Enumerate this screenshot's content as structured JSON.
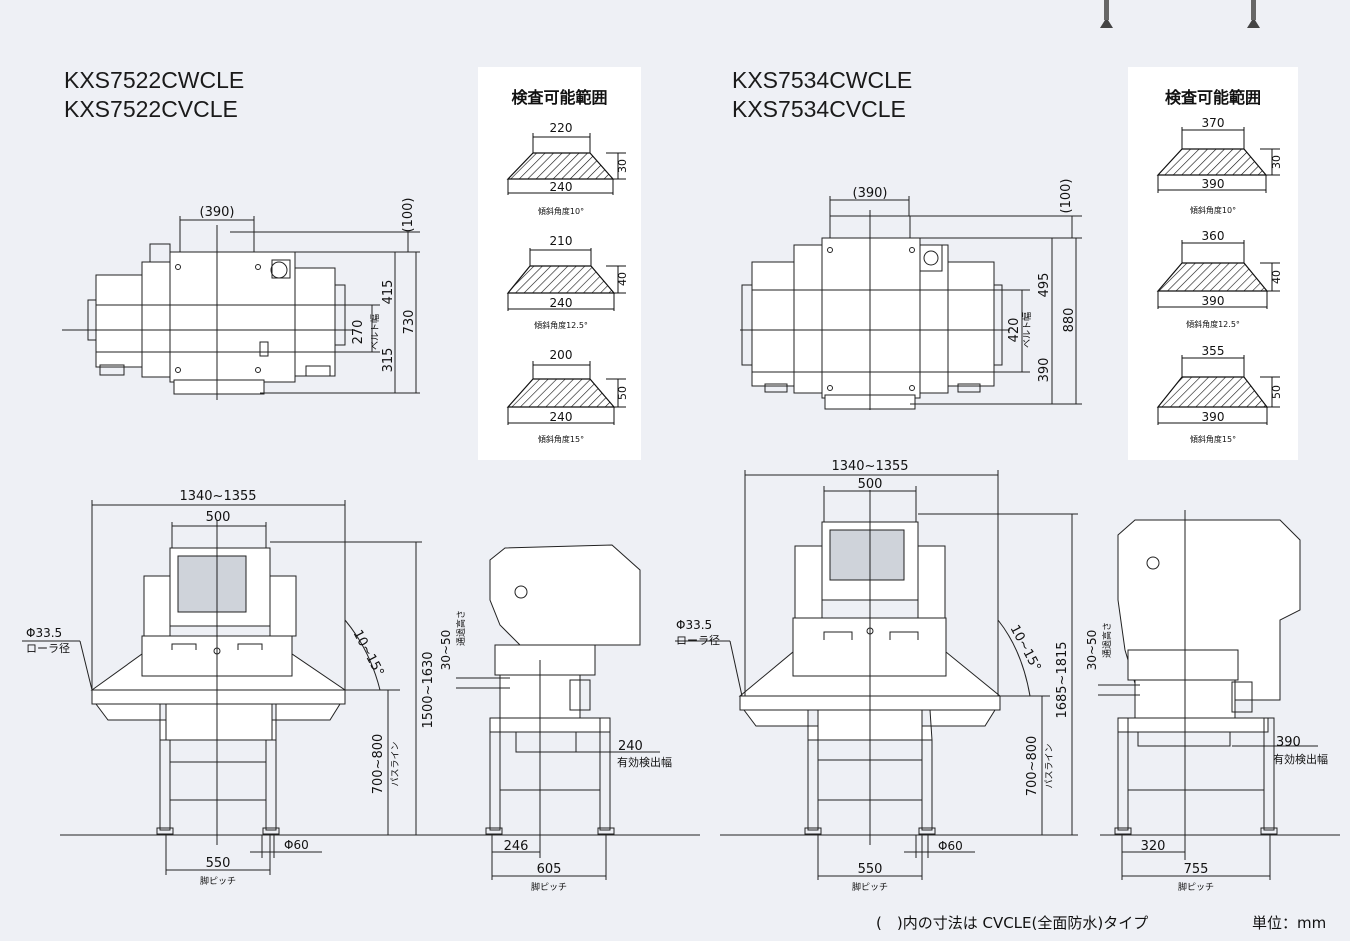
{
  "models": {
    "left": [
      "KXS7522CWCLE",
      "KXS7522CVCLE"
    ],
    "right": [
      "KXS7534CWCLE",
      "KXS7534CVCLE"
    ]
  },
  "inspection_range": {
    "title": "検査可能範囲",
    "left": [
      {
        "top": "220",
        "bottom": "240",
        "height": "30",
        "angle": "傾斜角度10°"
      },
      {
        "top": "210",
        "bottom": "240",
        "height": "40",
        "angle": "傾斜角度12.5°"
      },
      {
        "top": "200",
        "bottom": "240",
        "height": "50",
        "angle": "傾斜角度15°"
      }
    ],
    "right": [
      {
        "top": "370",
        "bottom": "390",
        "height": "30",
        "angle": "傾斜角度10°"
      },
      {
        "top": "360",
        "bottom": "390",
        "height": "40",
        "angle": "傾斜角度12.5°"
      },
      {
        "top": "355",
        "bottom": "390",
        "height": "50",
        "angle": "傾斜角度15°"
      }
    ]
  },
  "plan_left": {
    "width": "(390)",
    "top": "(100)",
    "upper": "415",
    "total": "730",
    "lower": "315",
    "belt": "270",
    "belt_label": "ベルト幅"
  },
  "plan_right": {
    "width": "(390)",
    "top": "(100)",
    "upper": "495",
    "total": "880",
    "lower": "390",
    "belt": "420",
    "belt_label": "ベルト幅"
  },
  "front_left": {
    "overall": "1340~1355",
    "body": "500",
    "roller": "Φ33.5",
    "roller_label": "ローラ径",
    "angle": "10~15°",
    "pass": "700~800",
    "pass_label": "パスライン",
    "height": "1500~1630",
    "leg": "550",
    "leg_label": "脚ピッチ",
    "foot": "Φ60"
  },
  "front_right": {
    "overall": "1340~1355",
    "body": "500",
    "roller": "Φ33.5",
    "roller_label": "ローラ径",
    "angle": "10~15°",
    "pass": "700~800",
    "pass_label": "パスライン",
    "height": "1685~1815",
    "leg": "550",
    "leg_label": "脚ピッチ",
    "foot": "Φ60"
  },
  "side_left": {
    "gap": "30~50",
    "gap_label": "通過高さ",
    "detect": "240",
    "detect_label": "有効検出幅",
    "offset": "246",
    "leg": "605",
    "leg_label": "脚ピッチ"
  },
  "side_right": {
    "gap": "30~50",
    "gap_label": "通過高さ",
    "detect": "390",
    "detect_label": "有効検出幅",
    "offset": "320",
    "leg": "755",
    "leg_label": "脚ピッチ"
  },
  "footer": {
    "note": "(　)内の寸法は CVCLE(全面防水)タイプ",
    "unit": "単位：mm"
  }
}
